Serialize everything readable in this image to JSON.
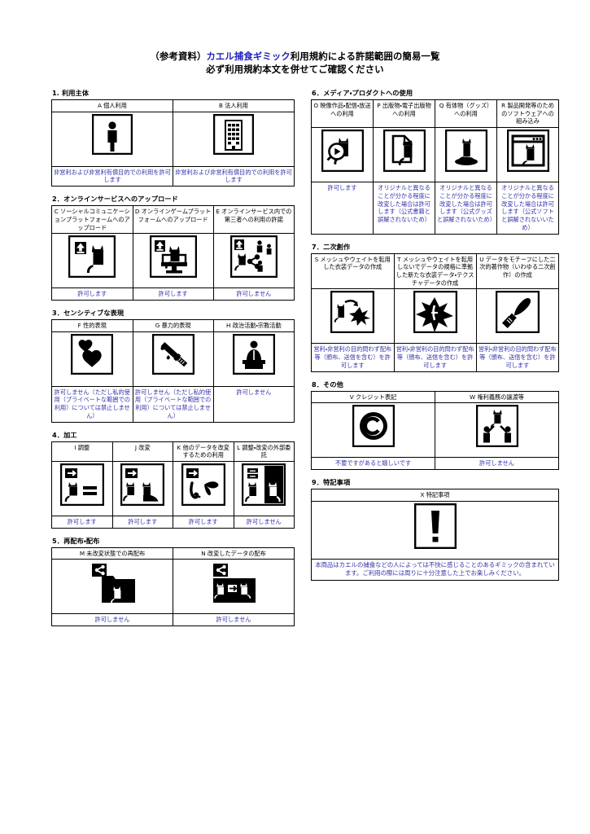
{
  "title": {
    "line1_pre": "（参考資料）",
    "line1_blue": "カエル捕食ギミック",
    "line1_post": "利用規約による許諾範囲の簡易一覧",
    "line2": "必ず利用規約本文を併せてご確認ください"
  },
  "colors": {
    "text": "#000000",
    "accent_blue": "#3333aa",
    "title_blue": "#2222bb",
    "border": "#000000"
  },
  "sections": [
    {
      "num": "1.",
      "heading": "1. 利用主体",
      "cells": [
        {
          "code": "A",
          "label": "A 個人利用",
          "icon": "person-icon",
          "result": "非営利および非営利有償目的での利用を許可します"
        },
        {
          "code": "B",
          "label": "B 法人利用",
          "icon": "building-icon",
          "result": "非営利および非営利有償目的での利用を許可します"
        }
      ]
    },
    {
      "num": "2.",
      "heading": "2．オンラインサービスへのアップロード",
      "cells": [
        {
          "code": "C",
          "label": "C ソーシャルコミュニケーションプラットフォームへのアップロード",
          "icon": "upload-cat-icon",
          "result": "許可します"
        },
        {
          "code": "D",
          "label": "D オンラインゲームプラットフォームへのアップロード",
          "icon": "upload-cat-monitor-icon",
          "result": "許可します"
        },
        {
          "code": "E",
          "label": "E オンラインサービス内での第三者への利用の許諾",
          "icon": "share-cat-people-icon",
          "result": "許可しません"
        }
      ]
    },
    {
      "num": "3.",
      "heading": "3．センシティブな表現",
      "cells": [
        {
          "code": "F",
          "label": "F 性的表現",
          "icon": "hearts-icon",
          "result": "許可しません（ただし私的使用（プライベートな範囲での利用）については禁止しません）"
        },
        {
          "code": "G",
          "label": "G 暴力的表現",
          "icon": "knife-blood-icon",
          "result": "許可しません（ただし私的使用（プライベートな範囲での利用）については禁止しません）"
        },
        {
          "code": "H",
          "label": "H 政治活動・宗教活動",
          "icon": "podium-speaker-icon",
          "result": "許可しません"
        }
      ]
    },
    {
      "num": "4.",
      "heading": "4．加工",
      "cells": [
        {
          "code": "I",
          "label": "I 調整",
          "icon": "cat-equals-icon",
          "result": "許可します"
        },
        {
          "code": "J",
          "label": "J 改変",
          "icon": "cat-modified-icon",
          "result": "許可します"
        },
        {
          "code": "K",
          "label": "K 他のデータを改変するための利用",
          "icon": "cat-tail-other-icon",
          "result": "許可します"
        },
        {
          "code": "L",
          "label": "L 調整・改変の外部委託",
          "icon": "cat-outsource-icon",
          "result": "許可しません"
        }
      ]
    },
    {
      "num": "5.",
      "heading": "5．再配布・配布",
      "cells": [
        {
          "code": "M",
          "label": "M 未改変状態での再配布",
          "icon": "share-folder-cat-icon",
          "result": "許可しません"
        },
        {
          "code": "N",
          "label": "N 改変したデータの配布",
          "icon": "share-modified-cat-icon",
          "result": "許可しません"
        }
      ]
    },
    {
      "num": "6.",
      "heading": "6．メディア・プロダクトへの使用",
      "cells": [
        {
          "code": "O",
          "label": "O 映像作品・配信・放送への利用",
          "icon": "video-play-cat-icon",
          "result": "許可します"
        },
        {
          "code": "P",
          "label": "P 出版物・電子出版物への利用",
          "icon": "document-cat-icon",
          "result": "オリジナルと異なることが分かる程度に改変した場合は許可します（公式書籍と誤解されないため）"
        },
        {
          "code": "Q",
          "label": "Q 有体物（グッズ）への利用",
          "icon": "figure-goods-cat-icon",
          "result": "オリジナルと異なることが分かる程度に改変した場合は許可します（公式グッズと誤解されないため）"
        },
        {
          "code": "R",
          "label": "R 製品開発等のためのソフトウェアへの組み込み",
          "icon": "software-window-cat-icon",
          "result": "オリジナルと異なることが分かる程度に改変した場合は許可します（公式ソフトと誤解されないいため）"
        }
      ]
    },
    {
      "num": "7.",
      "heading": "7．二次創作",
      "cells": [
        {
          "code": "S",
          "label": "S メッシュやウェイトを転用した衣装データの作成",
          "icon": "cat-mesh-reuse-icon",
          "result": "営利・非営利の目的問わず配布等（頒布、送信を含む）を許可します"
        },
        {
          "code": "T",
          "label": "T メッシュやウェイトを転用しないでデータの規格に準拠した新たな衣装データ・テクスチャデータの作成",
          "icon": "mesh-new-icon",
          "result": "営利・非営利の目的問わず配布等（頒布、送信を含む）を許可します"
        },
        {
          "code": "U",
          "label": "U データをモチーフにした二次的著作物（いわゆる二次創作）の作成",
          "icon": "brush-icon",
          "result": "営利・非営利の目的問わず配布等（頒布、送信を含む）を許可します"
        }
      ]
    },
    {
      "num": "8.",
      "heading": "8．その他",
      "cells": [
        {
          "code": "V",
          "label": "V クレジット表記",
          "icon": "copyright-icon",
          "result": "不要ですがあると嬉しいです"
        },
        {
          "code": "W",
          "label": "W 権利義務の譲渡等",
          "icon": "transfer-rights-icon",
          "result": "許可しません"
        }
      ]
    },
    {
      "num": "9.",
      "heading": "9．特記事項",
      "cells": [
        {
          "code": "X",
          "label": "X 特記事項",
          "icon": "exclamation-icon",
          "result": "本商品はカエルの捕食などの人によっては不快に感じることのあるギミックの含まれています。ご利用の際には周りに十分注意した上でお楽しみください。"
        }
      ]
    }
  ]
}
